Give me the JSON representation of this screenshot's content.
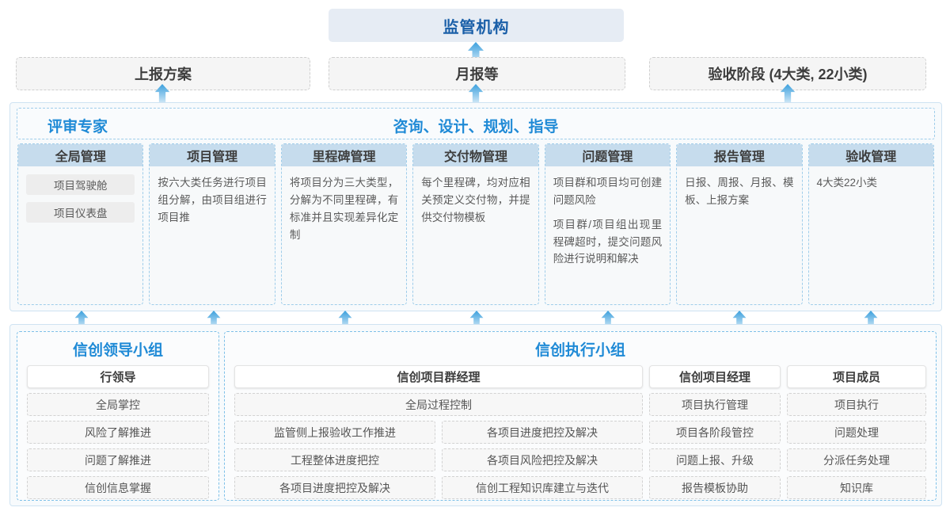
{
  "colors": {
    "accent_blue": "#1f8ad6",
    "regulator_bg": "#e6ecf4",
    "regulator_text": "#1a5fa8",
    "col_head_bg": "#c6dced",
    "arrow": "#49a9e0",
    "panel_border": "#cfe3f2"
  },
  "top": {
    "regulator": "监管机构",
    "reports": [
      "上报方案",
      "月报等",
      "验收阶段 (4大类, 22小类)"
    ]
  },
  "platform": {
    "left_label": "评审专家",
    "center_label": "咨询、设计、规划、指导",
    "columns": [
      {
        "title": "全局管理",
        "text": "",
        "pills": [
          "项目驾驶舱",
          "项目仪表盘"
        ]
      },
      {
        "title": "项目管理",
        "text": "按六大类任务进行项目组分解，由项目组进行项目推",
        "pills": []
      },
      {
        "title": "里程碑管理",
        "text": "将项目分为三大类型，分解为不同里程碑，有标准并且实现差异化定制",
        "pills": []
      },
      {
        "title": "交付物管理",
        "text": "每个里程碑，均对应相关预定义交付物，并提供交付物模板",
        "pills": []
      },
      {
        "title": "问题管理",
        "text": "项目群和项目均可创建问题风险",
        "text2": "项目群/项目组出现里程碑超时，提交问题风险进行说明和解决",
        "pills": []
      },
      {
        "title": "报告管理",
        "text": "日报、周报、月报、模板、上报方案",
        "pills": []
      },
      {
        "title": "验收管理",
        "text": "4大类22小类",
        "pills": []
      }
    ]
  },
  "bottom": {
    "leadership": {
      "title": "信创领导小组",
      "role": "行领导",
      "tasks": [
        "全局掌控",
        "风险了解推进",
        "问题了解推进",
        "信创信息掌握"
      ]
    },
    "execution": {
      "title": "信创执行小组",
      "program_manager": {
        "role": "信创项目群经理",
        "full_task": "全局过程控制",
        "left_tasks": [
          "监管侧上报验收工作推进",
          "工程整体进度把控",
          "各项目进度把控及解决"
        ],
        "right_tasks": [
          "各项目进度把控及解决",
          "各项目风险把控及解决",
          "信创工程知识库建立与迭代"
        ]
      },
      "project_manager": {
        "role": "信创项目经理",
        "tasks": [
          "项目执行管理",
          "项目各阶段管控",
          "问题上报、升级",
          "报告模板协助"
        ]
      },
      "member": {
        "role": "项目成员",
        "tasks": [
          "项目执行",
          "问题处理",
          "分派任务处理",
          "知识库"
        ]
      }
    }
  },
  "arrows": {
    "icon": "arrow-up-icon",
    "count_top": 3,
    "count_middle": 7
  }
}
